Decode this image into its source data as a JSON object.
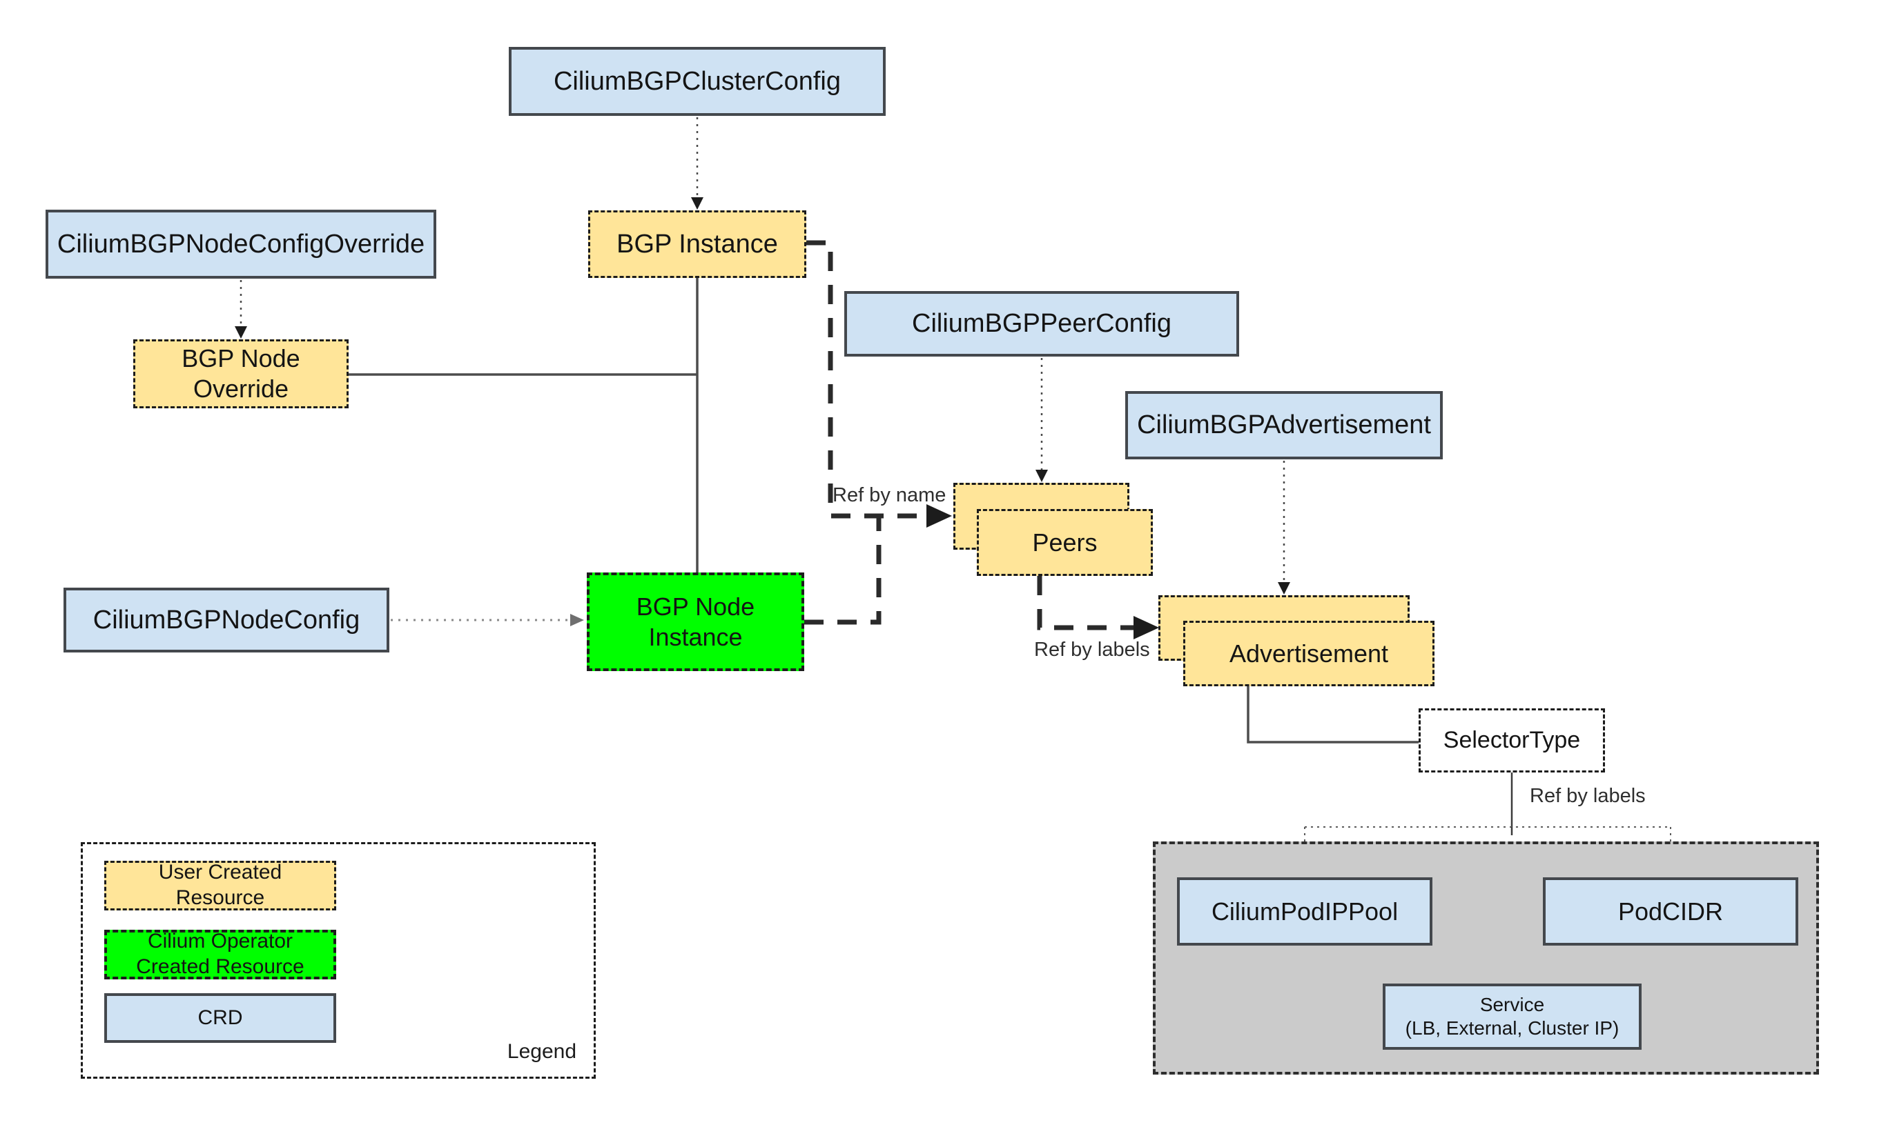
{
  "diagram": {
    "nodes": {
      "cluster_config": {
        "label": "CiliumBGPClusterConfig",
        "kind": "CRD"
      },
      "node_config_override": {
        "label": "CiliumBGPNodeConfigOverride",
        "kind": "CRD"
      },
      "peer_config": {
        "label": "CiliumBGPPeerConfig",
        "kind": "CRD"
      },
      "advertisement_crd": {
        "label": "CiliumBGPAdvertisement",
        "kind": "CRD"
      },
      "node_config": {
        "label": "CiliumBGPNodeConfig",
        "kind": "CRD"
      },
      "bgp_instance": {
        "label": "BGP Instance",
        "kind": "user-created"
      },
      "bgp_node_override": {
        "label": "BGP Node\nOverride",
        "kind": "user-created"
      },
      "bgp_node_instance": {
        "label": "BGP Node\nInstance",
        "kind": "operator-created"
      },
      "peers": {
        "label": "Peers",
        "kind": "user-created-stack"
      },
      "advertisement": {
        "label": "Advertisement",
        "kind": "user-created-stack"
      },
      "selector_type": {
        "label": "SelectorType",
        "kind": "selector"
      },
      "cilium_pod_ip_pool": {
        "label": "CiliumPodIPPool",
        "kind": "CRD"
      },
      "pod_cidr": {
        "label": "PodCIDR",
        "kind": "CRD"
      },
      "service": {
        "label": "Service\n(LB, External, Cluster IP)",
        "kind": "CRD"
      }
    },
    "edge_labels": {
      "ref_by_name": "Ref by name",
      "ref_by_labels_peers": "Ref by labels",
      "ref_by_labels_selector": "Ref by labels"
    },
    "edges": [
      {
        "from": "cluster_config",
        "to": "bgp_instance",
        "style": "dotted-arrow"
      },
      {
        "from": "node_config_override",
        "to": "bgp_node_override",
        "style": "dotted-arrow"
      },
      {
        "from": "peer_config",
        "to": "peers",
        "style": "dotted-arrow"
      },
      {
        "from": "advertisement_crd",
        "to": "advertisement",
        "style": "dotted-arrow"
      },
      {
        "from": "node_config",
        "to": "bgp_node_instance",
        "style": "dotted-arrow"
      },
      {
        "from": "bgp_instance",
        "to": "bgp_node_instance",
        "style": "solid"
      },
      {
        "from": "bgp_node_override",
        "to": "bgp_instance-line",
        "style": "solid"
      },
      {
        "from": "bgp_instance",
        "to": "peers",
        "style": "dashed-arrow",
        "label": "Ref by name"
      },
      {
        "from": "bgp_node_instance",
        "to": "peers",
        "style": "dashed-arrow",
        "label": "Ref by name"
      },
      {
        "from": "peers",
        "to": "advertisement",
        "style": "dashed-arrow",
        "label": "Ref by labels"
      },
      {
        "from": "advertisement",
        "to": "selector_type",
        "style": "solid"
      },
      {
        "from": "selector_type",
        "to": "cilium_pod_ip_pool",
        "style": "dotted-arrow",
        "label": "Ref by labels"
      },
      {
        "from": "selector_type",
        "to": "pod_cidr",
        "style": "dotted-arrow",
        "label": "Ref by labels"
      },
      {
        "from": "selector_type",
        "to": "service",
        "style": "dashed-arrow",
        "label": "Ref by labels"
      }
    ],
    "legend": {
      "title": "Legend",
      "items": [
        {
          "label": "User Created\nResource",
          "type": "user"
        },
        {
          "label": "Cilium Operator\nCreated Resource",
          "type": "operator"
        },
        {
          "label": "CRD",
          "type": "crd"
        }
      ]
    },
    "colors": {
      "crd_fill": "#cfe2f3",
      "user_fill": "#ffe599",
      "operator_fill": "#00ff00",
      "container_fill": "#cbcbcb",
      "box_border": "#44484d",
      "dashed_border": "#1c1c1c",
      "line": "#4d4d4d",
      "background": "#ffffff"
    }
  }
}
